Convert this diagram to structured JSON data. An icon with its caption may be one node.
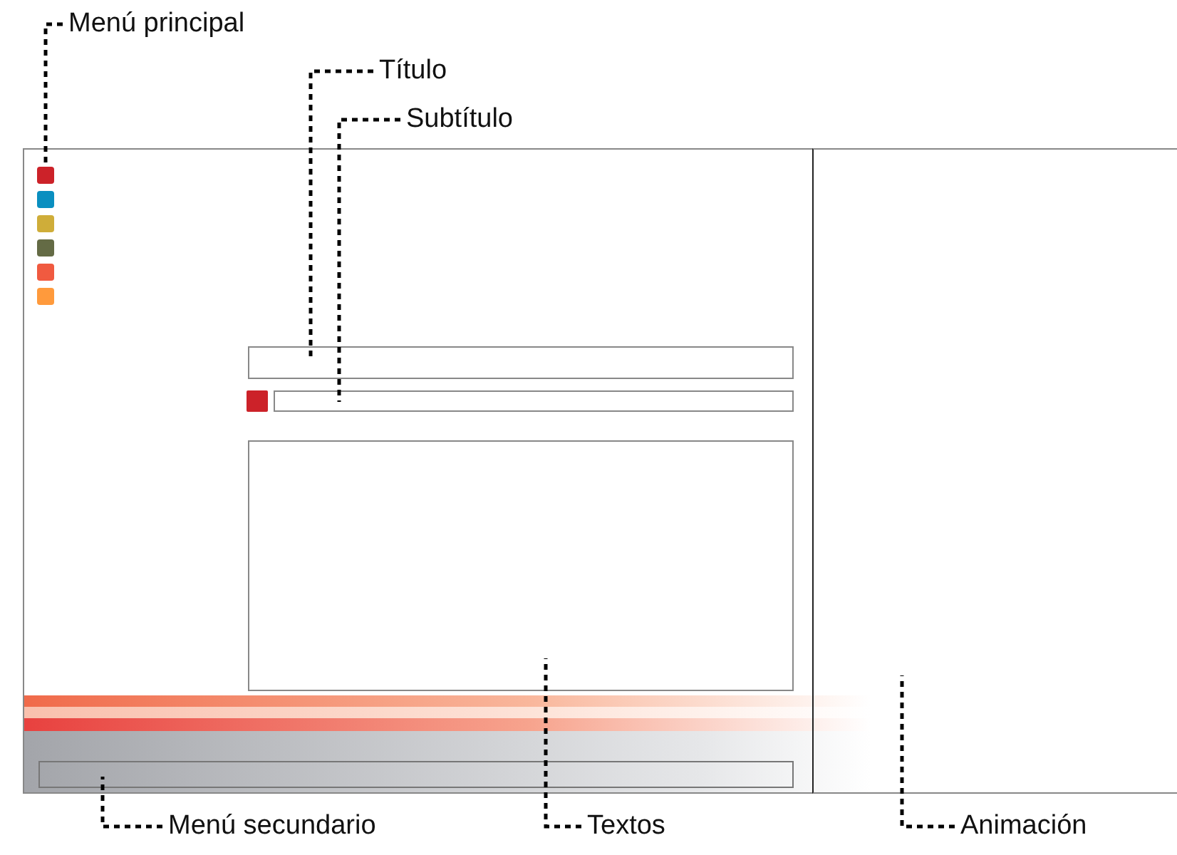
{
  "diagram": {
    "nodes": [
      {
        "text": [
          "Menú principal"
        ]
      },
      {
        "text": [
          "Título"
        ]
      },
      {
        "text": [
          "Subtítulo"
        ]
      },
      {
        "text": [
          "Menú secundario"
        ]
      },
      {
        "text": [
          "Textos"
        ]
      },
      {
        "text": [
          "Animación"
        ]
      },
      {
        "text": [],
        "shape": "box"
      },
      {
        "text": [],
        "shape": "box"
      },
      {
        "text": [],
        "shape": "box",
        "in": 6
      },
      {
        "text": [],
        "shape": "box",
        "in": 6
      },
      {
        "text": [],
        "shape": "box",
        "in": 6
      },
      {
        "text": [],
        "shape": "box",
        "in": 6
      },
      {
        "text": [],
        "shape": "box",
        "in": 6
      },
      {
        "text": [],
        "shape": "box",
        "in": 6
      },
      {
        "text": [],
        "shape": "box",
        "in": 6
      },
      {
        "text": [],
        "shape": "box",
        "in": 6
      },
      {
        "text": [],
        "shape": "box",
        "in": 6
      },
      {
        "text": [],
        "shape": "box",
        "in": 6
      },
      {
        "text": [],
        "shape": "box",
        "in": 6
      }
    ],
    "edges": [
      {
        "from": 0,
        "to": 8,
        "arrow": "none",
        "style": "dashed"
      },
      {
        "from": 1,
        "to": 14,
        "arrow": "none",
        "style": "dashed"
      },
      {
        "from": 2,
        "to": 16,
        "arrow": "none",
        "style": "dashed"
      },
      {
        "from": 3,
        "to": 18,
        "arrow": "none",
        "style": "dashed"
      },
      {
        "from": 4,
        "to": 17,
        "arrow": "none",
        "style": "dashed"
      },
      {
        "from": 5,
        "to": 7,
        "arrow": "none",
        "style": "dashed"
      }
    ]
  }
}
